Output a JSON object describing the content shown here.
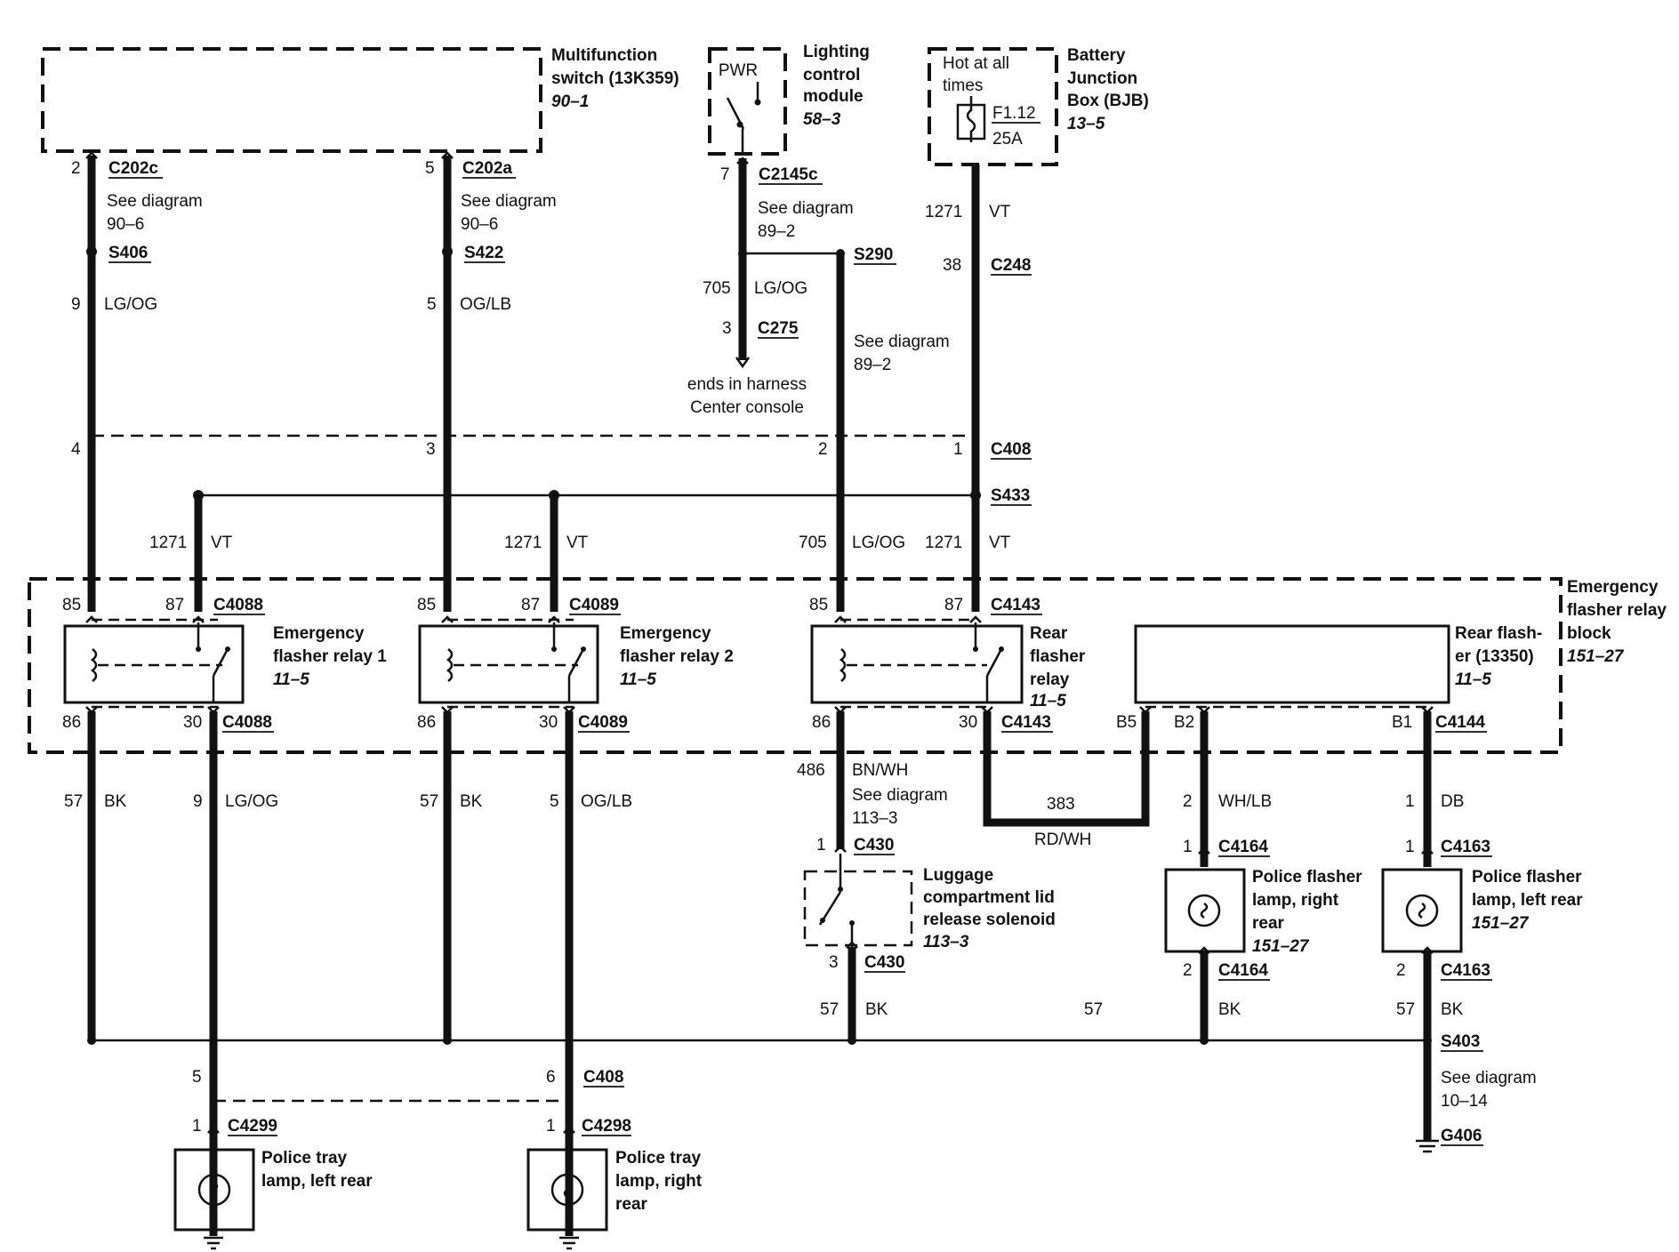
{
  "components": {
    "multifunction_switch": {
      "name_line1": "Multifunction",
      "name_line2": "switch (13K359)",
      "ref": "90–1"
    },
    "lighting_module": {
      "pwr": "PWR",
      "name_line1": "Lighting",
      "name_line2": "control",
      "name_line3": "module",
      "ref": "58–3"
    },
    "bjb": {
      "hot_line1": "Hot at all",
      "hot_line2": "times",
      "fuse": "F1.12",
      "amps": "25A",
      "name_line1": "Battery",
      "name_line2": "Junction",
      "name_line3": "Box (BJB)",
      "ref": "13–5"
    },
    "relay_block": {
      "name_line1": "Emergency",
      "name_line2": "flasher relay",
      "name_line3": "block",
      "ref": "151–27"
    },
    "relay1": {
      "name_line1": "Emergency",
      "name_line2": "flasher relay 1",
      "ref": "11–5"
    },
    "relay2": {
      "name_line1": "Emergency",
      "name_line2": "flasher relay 2",
      "ref": "11–5"
    },
    "rear_relay": {
      "name_line1": "Rear",
      "name_line2": "flasher",
      "name_line3": "relay",
      "ref": "11–5"
    },
    "rear_flasher": {
      "name_line1": "Rear flash-",
      "name_line2": "er (13350)",
      "ref": "11–5"
    },
    "luggage": {
      "name_line1": "Luggage",
      "name_line2": "compartment lid",
      "name_line3": "release solenoid",
      "ref": "113–3"
    },
    "police_right": {
      "name_line1": "Police flasher",
      "name_line2": "lamp, right",
      "name_line3": "rear",
      "ref": "151–27"
    },
    "police_left": {
      "name_line1": "Police flasher",
      "name_line2": "lamp, left rear",
      "ref": "151–27"
    },
    "tray_left": {
      "name_line1": "Police tray",
      "name_line2": "lamp, left rear"
    },
    "tray_right": {
      "name_line1": "Police tray",
      "name_line2": "lamp, right",
      "name_line3": "rear"
    }
  },
  "connectors": {
    "c202c": "C202c",
    "c202a": "C202a",
    "c2145c": "C2145c",
    "c275": "C275",
    "c248": "C248",
    "s406": "S406",
    "s422": "S422",
    "s290": "S290",
    "c408": "C408",
    "s433": "S433",
    "c4088": "C4088",
    "c4089": "C4089",
    "c4143": "C4143",
    "c4144": "C4144",
    "c430": "C430",
    "c4164": "C4164",
    "c4163": "C4163",
    "s403": "S403",
    "g406": "G406",
    "c4299": "C4299",
    "c4298": "C4298"
  },
  "notes": {
    "see_diagram": "See diagram",
    "d90_6": "90–6",
    "d89_2": "89–2",
    "d113_3": "113–3",
    "d10_14": "10–14",
    "harness_line1": "ends in harness",
    "harness_line2": "Center console"
  },
  "circuits": {
    "c1271": "1271",
    "c705": "705",
    "c486": "486",
    "c383": "383",
    "c57": "57",
    "c9": "9",
    "c5": "5",
    "c2": "2",
    "c1": "1",
    "vt": "VT",
    "lgog": "LG/OG",
    "oglb": "OG/LB",
    "bnwh": "BN/WH",
    "rdwh": "RD/WH",
    "whlb": "WH/LB",
    "db": "DB",
    "bk": "BK"
  },
  "pins": {
    "p1": "1",
    "p2": "2",
    "p3": "3",
    "p4": "4",
    "p5": "5",
    "p6": "6",
    "p7": "7",
    "p38": "38",
    "p85": "85",
    "p86": "86",
    "p87": "87",
    "p30": "30",
    "b1": "B1",
    "b2": "B2",
    "b5": "B5"
  }
}
